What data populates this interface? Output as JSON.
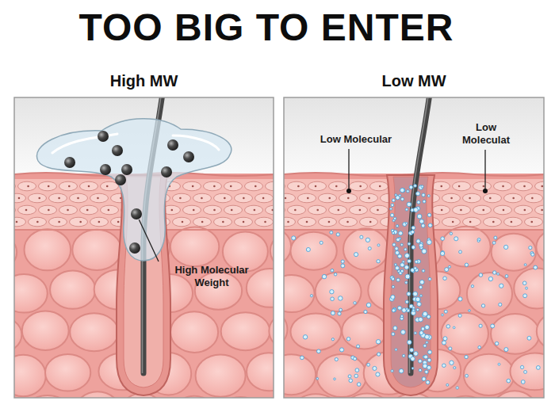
{
  "diagram": {
    "title": "TOO BIG TO ENTER",
    "nodes": [
      {
        "text": [
          "High MW"
        ]
      },
      {
        "text": [
          "Low MW"
        ]
      }
    ],
    "labels": [
      "High Molecular Weight",
      "Low Molecular",
      "Low Moleculat"
    ]
  }
}
